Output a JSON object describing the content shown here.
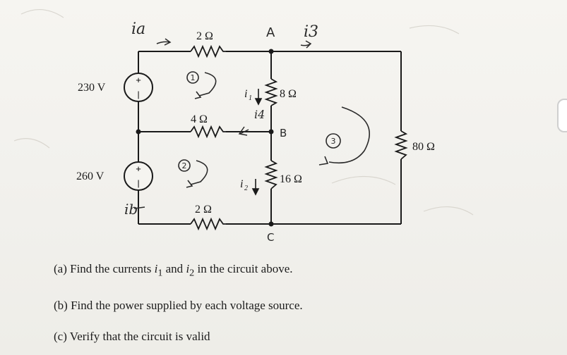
{
  "circuit": {
    "source_top": {
      "label": "230 V",
      "plus": "+",
      "minus": "|"
    },
    "source_bottom": {
      "label": "260 V",
      "plus": "+",
      "minus": "|"
    },
    "resistors": {
      "r_top": "2 Ω",
      "r_mid": "4 Ω",
      "r_bottom": "2 Ω",
      "r_vert_upper": "8 Ω",
      "r_vert_lower": "16 Ω",
      "r_right": "80 Ω"
    },
    "current_labels": {
      "i1": "i",
      "i1_sub": "1",
      "i2": "i",
      "i2_sub": "2"
    },
    "handwriting": {
      "ia": "ia",
      "ib": "ib",
      "i3": "i3",
      "i4": "i4",
      "node_a": "A",
      "node_b": "B",
      "node_c": "C",
      "loop1": "1",
      "loop2": "2",
      "loop3": "3"
    }
  },
  "questions": {
    "a_pre": "(a) Find the currents ",
    "a_i1": "i",
    "a_sub1": "1",
    "a_mid": " and ",
    "a_i2": "i",
    "a_sub2": "2",
    "a_post": " in the circuit above.",
    "b": "(b) Find the power supplied by each voltage source.",
    "c": "(c) Verify that the circuit is valid"
  }
}
